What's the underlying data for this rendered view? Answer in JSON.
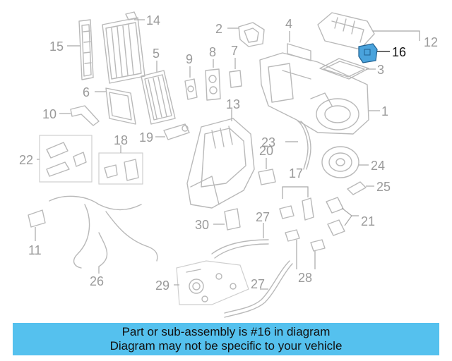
{
  "diagram": {
    "highlight_number": "16",
    "highlight_color": "#4aa3dc",
    "callouts": [
      "1",
      "2",
      "3",
      "4",
      "5",
      "6",
      "7",
      "8",
      "9",
      "10",
      "11",
      "12",
      "13",
      "14",
      "15",
      "16",
      "17",
      "18",
      "19",
      "20",
      "21",
      "22",
      "23",
      "24",
      "25",
      "26",
      "27",
      "27",
      "28",
      "29",
      "30"
    ]
  },
  "banner": {
    "line1": "Part or sub-assembly is #16 in diagram",
    "line2": "Diagram may not be specific to your vehicle",
    "background": "#55c1ee"
  }
}
